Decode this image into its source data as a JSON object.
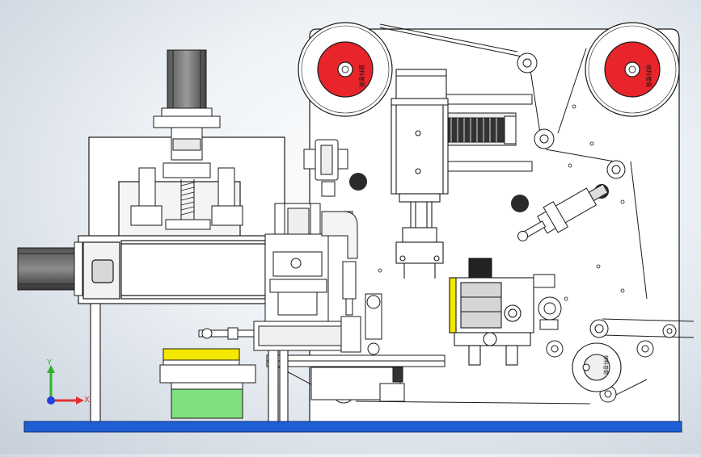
{
  "colors": {
    "background_center": "#ffffff",
    "background_edge": "#c6cfda",
    "outline": "#1a1a1a",
    "base_rail": "#1f5fd6",
    "reel_hub": "#e8252a",
    "motor_body": "#222222",
    "nozzle_green": "#7fe07f",
    "label_yellow": "#f5e800",
    "axis_x": "#e03030",
    "axis_y": "#30b030",
    "axis_z": "#2040e0"
  },
  "reels": {
    "left_label": "放料卷筒",
    "right_label": "收料卷筒",
    "lower_label": "转料卷筒"
  },
  "triad": {
    "x": "X",
    "y": "Y"
  }
}
